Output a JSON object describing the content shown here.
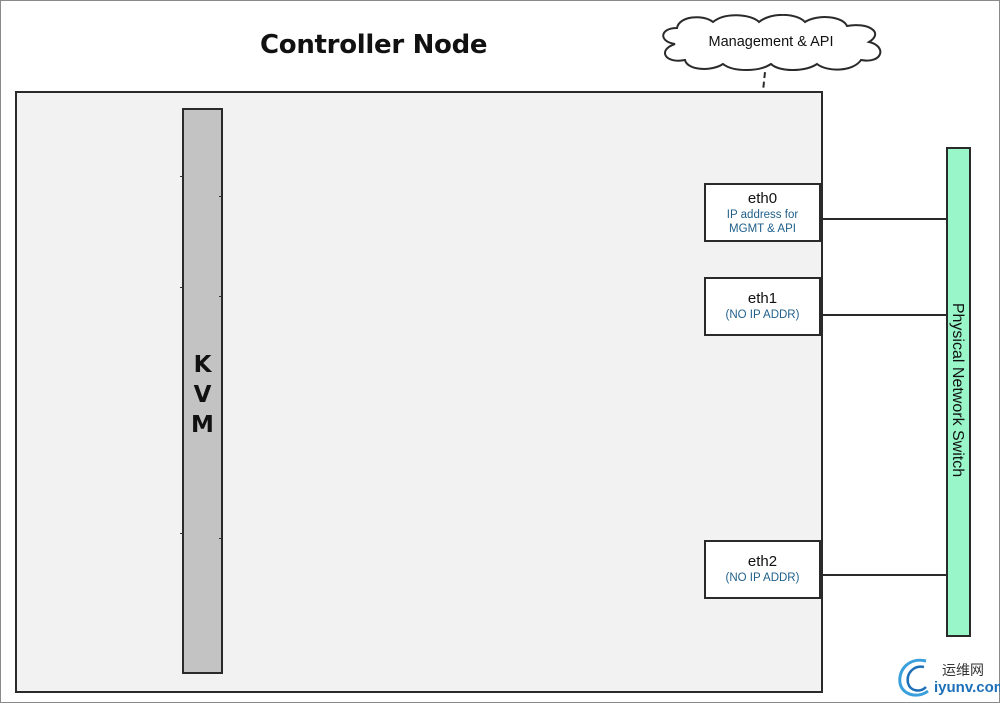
{
  "diagram": {
    "title": "Controller Node",
    "kvm_label": [
      "K",
      "V",
      "M"
    ],
    "cloud_label": "Management & API",
    "switch_label": "Physical Network Switch",
    "interfaces": [
      {
        "name": "eth0",
        "lines": [
          "IP address for",
          "MGMT & API"
        ]
      },
      {
        "name": "eth1",
        "lines": [
          "(NO IP ADDR)"
        ]
      },
      {
        "name": "eth2",
        "lines": [
          "(NO IP ADDR)"
        ]
      }
    ],
    "colors": {
      "node_fill": "#f2f2f2",
      "kvm_fill": "#c3c3c3",
      "switch_fill": "#98f6c8",
      "sub_text": "#1f5f8b"
    }
  },
  "watermark": {
    "cn": "运维网",
    "en": "iyunv.com",
    "icon": "swirl-logo-icon"
  }
}
